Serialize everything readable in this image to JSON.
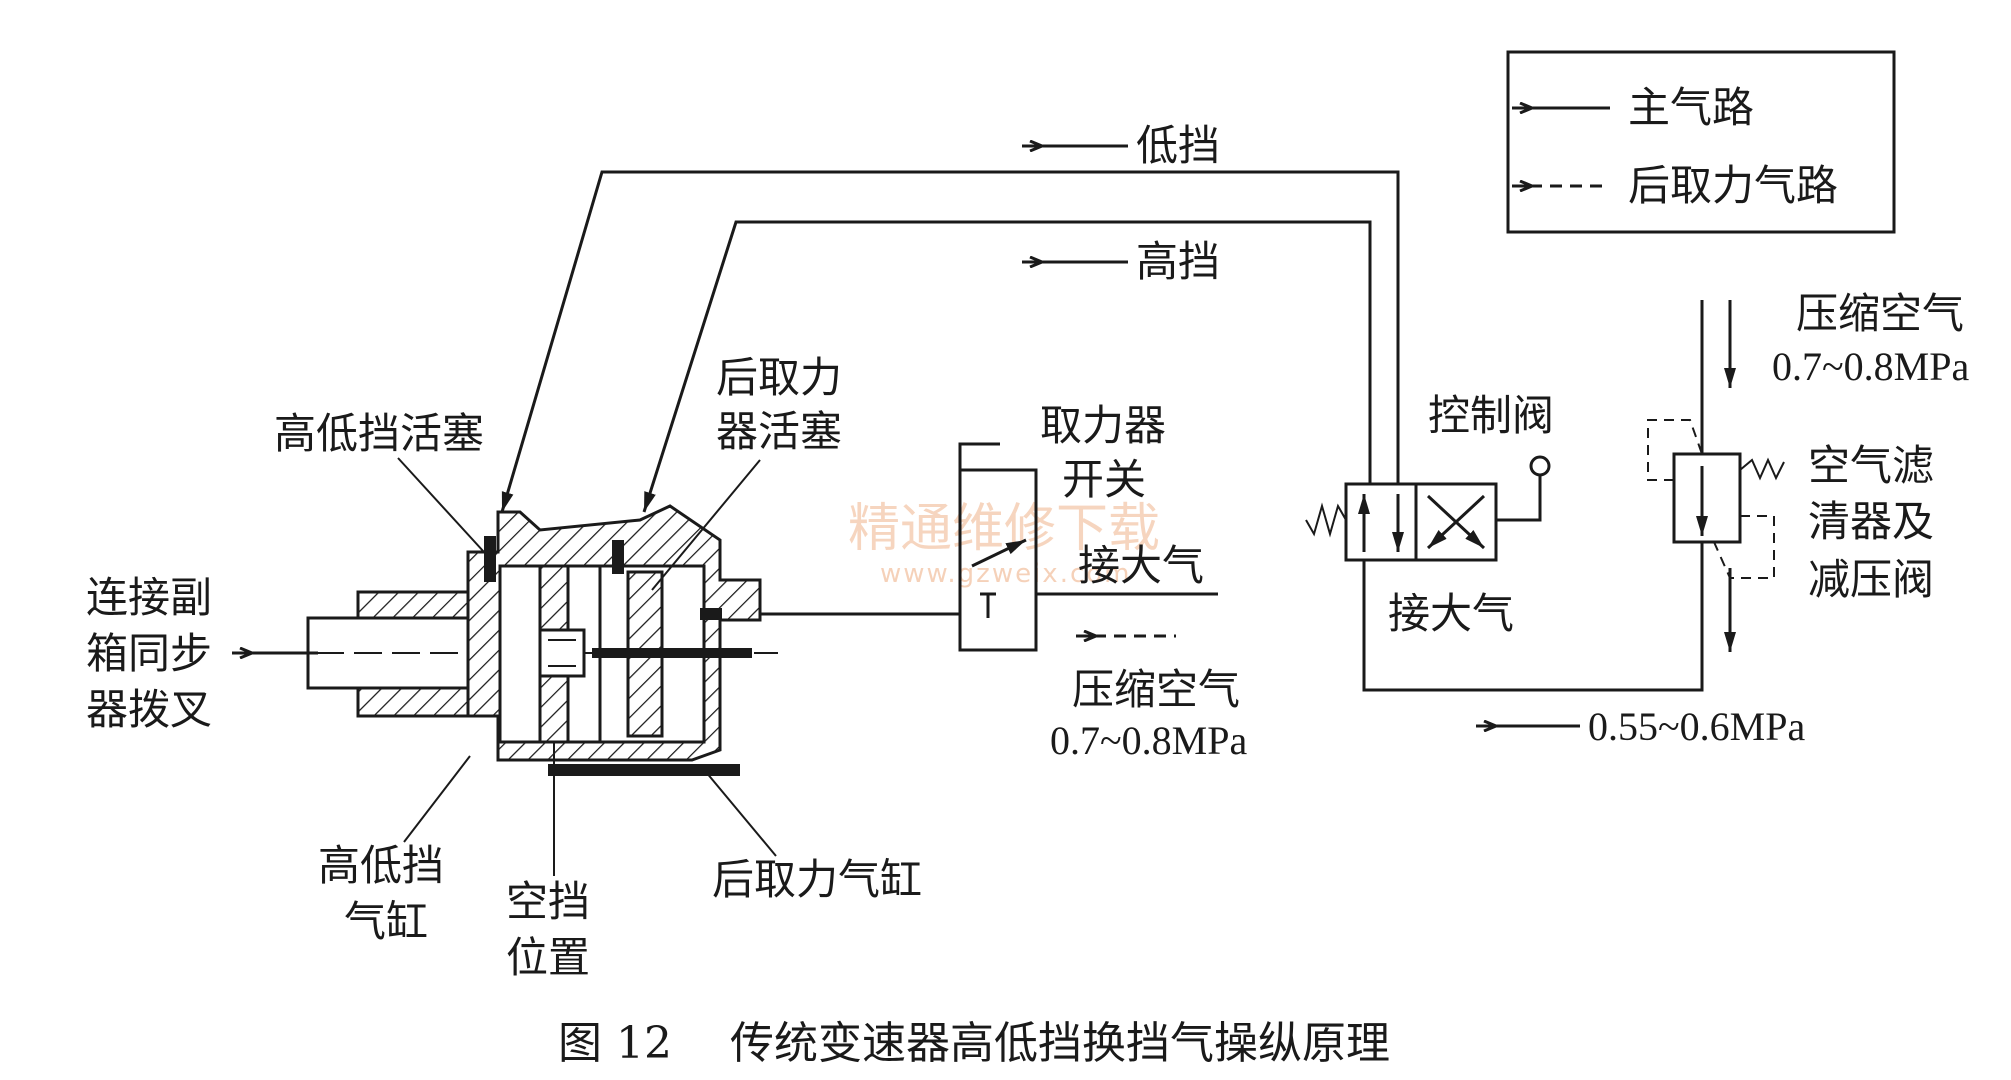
{
  "legend": {
    "main_air": "主气路",
    "pto_air": "后取力气路"
  },
  "labels": {
    "low_gear": "低挡",
    "high_gear": "高挡",
    "compressed_air_top": "压缩空气",
    "pressure_top": "0.7~0.8MPa",
    "control_valve": "控制阀",
    "filter_line1": "空气滤",
    "filter_line2": "清器及",
    "filter_line3": "减压阀",
    "atmosphere_valve": "接大气",
    "reduced_pressure": "0.55~0.6MPa",
    "pto_switch_line1": "取力器",
    "pto_switch_line2": "开关",
    "atmosphere_switch": "接大气",
    "compressed_air_mid": "压缩空气",
    "pressure_mid": "0.7~0.8MPa",
    "hl_piston": "高低挡活塞",
    "pto_piston_line1": "后取力",
    "pto_piston_line2": "器活塞",
    "connect_line1": "连接副",
    "connect_line2": "箱同步",
    "connect_line3": "器拨叉",
    "hl_cylinder_line1": "高低挡",
    "hl_cylinder_line2": "气缸",
    "neutral_line1": "空挡",
    "neutral_line2": "位置",
    "pto_cylinder": "后取力气缸"
  },
  "caption": {
    "figure_no": "图 12",
    "title": "传统变速器高低挡换挡气操纵原理"
  },
  "watermark": {
    "cn": "精通维修下载",
    "url": "www.gzweix.com"
  },
  "colors": {
    "ink": "#1a1a1a",
    "watermark": "#f0b48c"
  }
}
